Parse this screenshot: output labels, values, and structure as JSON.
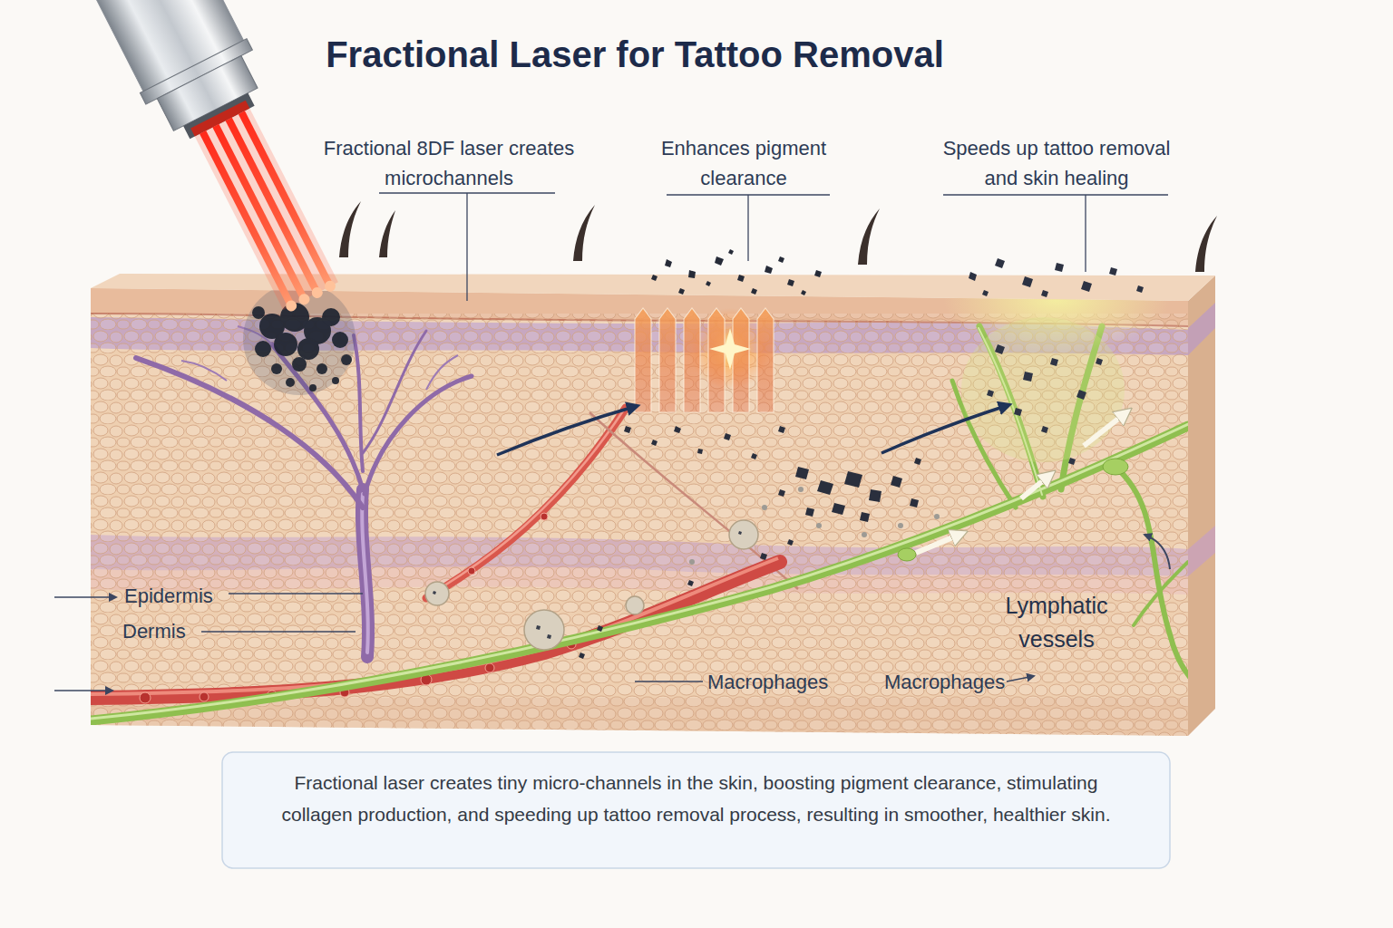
{
  "diagram": {
    "title": "Fractional Laser for Tattoo Removal",
    "caption": "Fractional laser creates tiny micro-channels in the skin, boosting pigment clearance, stimulating collagen production, and speeding up tattoo removal process, resulting in smoother, healthier skin.",
    "labels": [
      "Fractional 8DF laser creates microchannels",
      "Enhances pigment clearance",
      "Speeds up tattoo removal and skin healing",
      "Epidermis",
      "Lymphatic vessels",
      "Dermis",
      "Macrophages",
      "Macrophages"
    ]
  }
}
